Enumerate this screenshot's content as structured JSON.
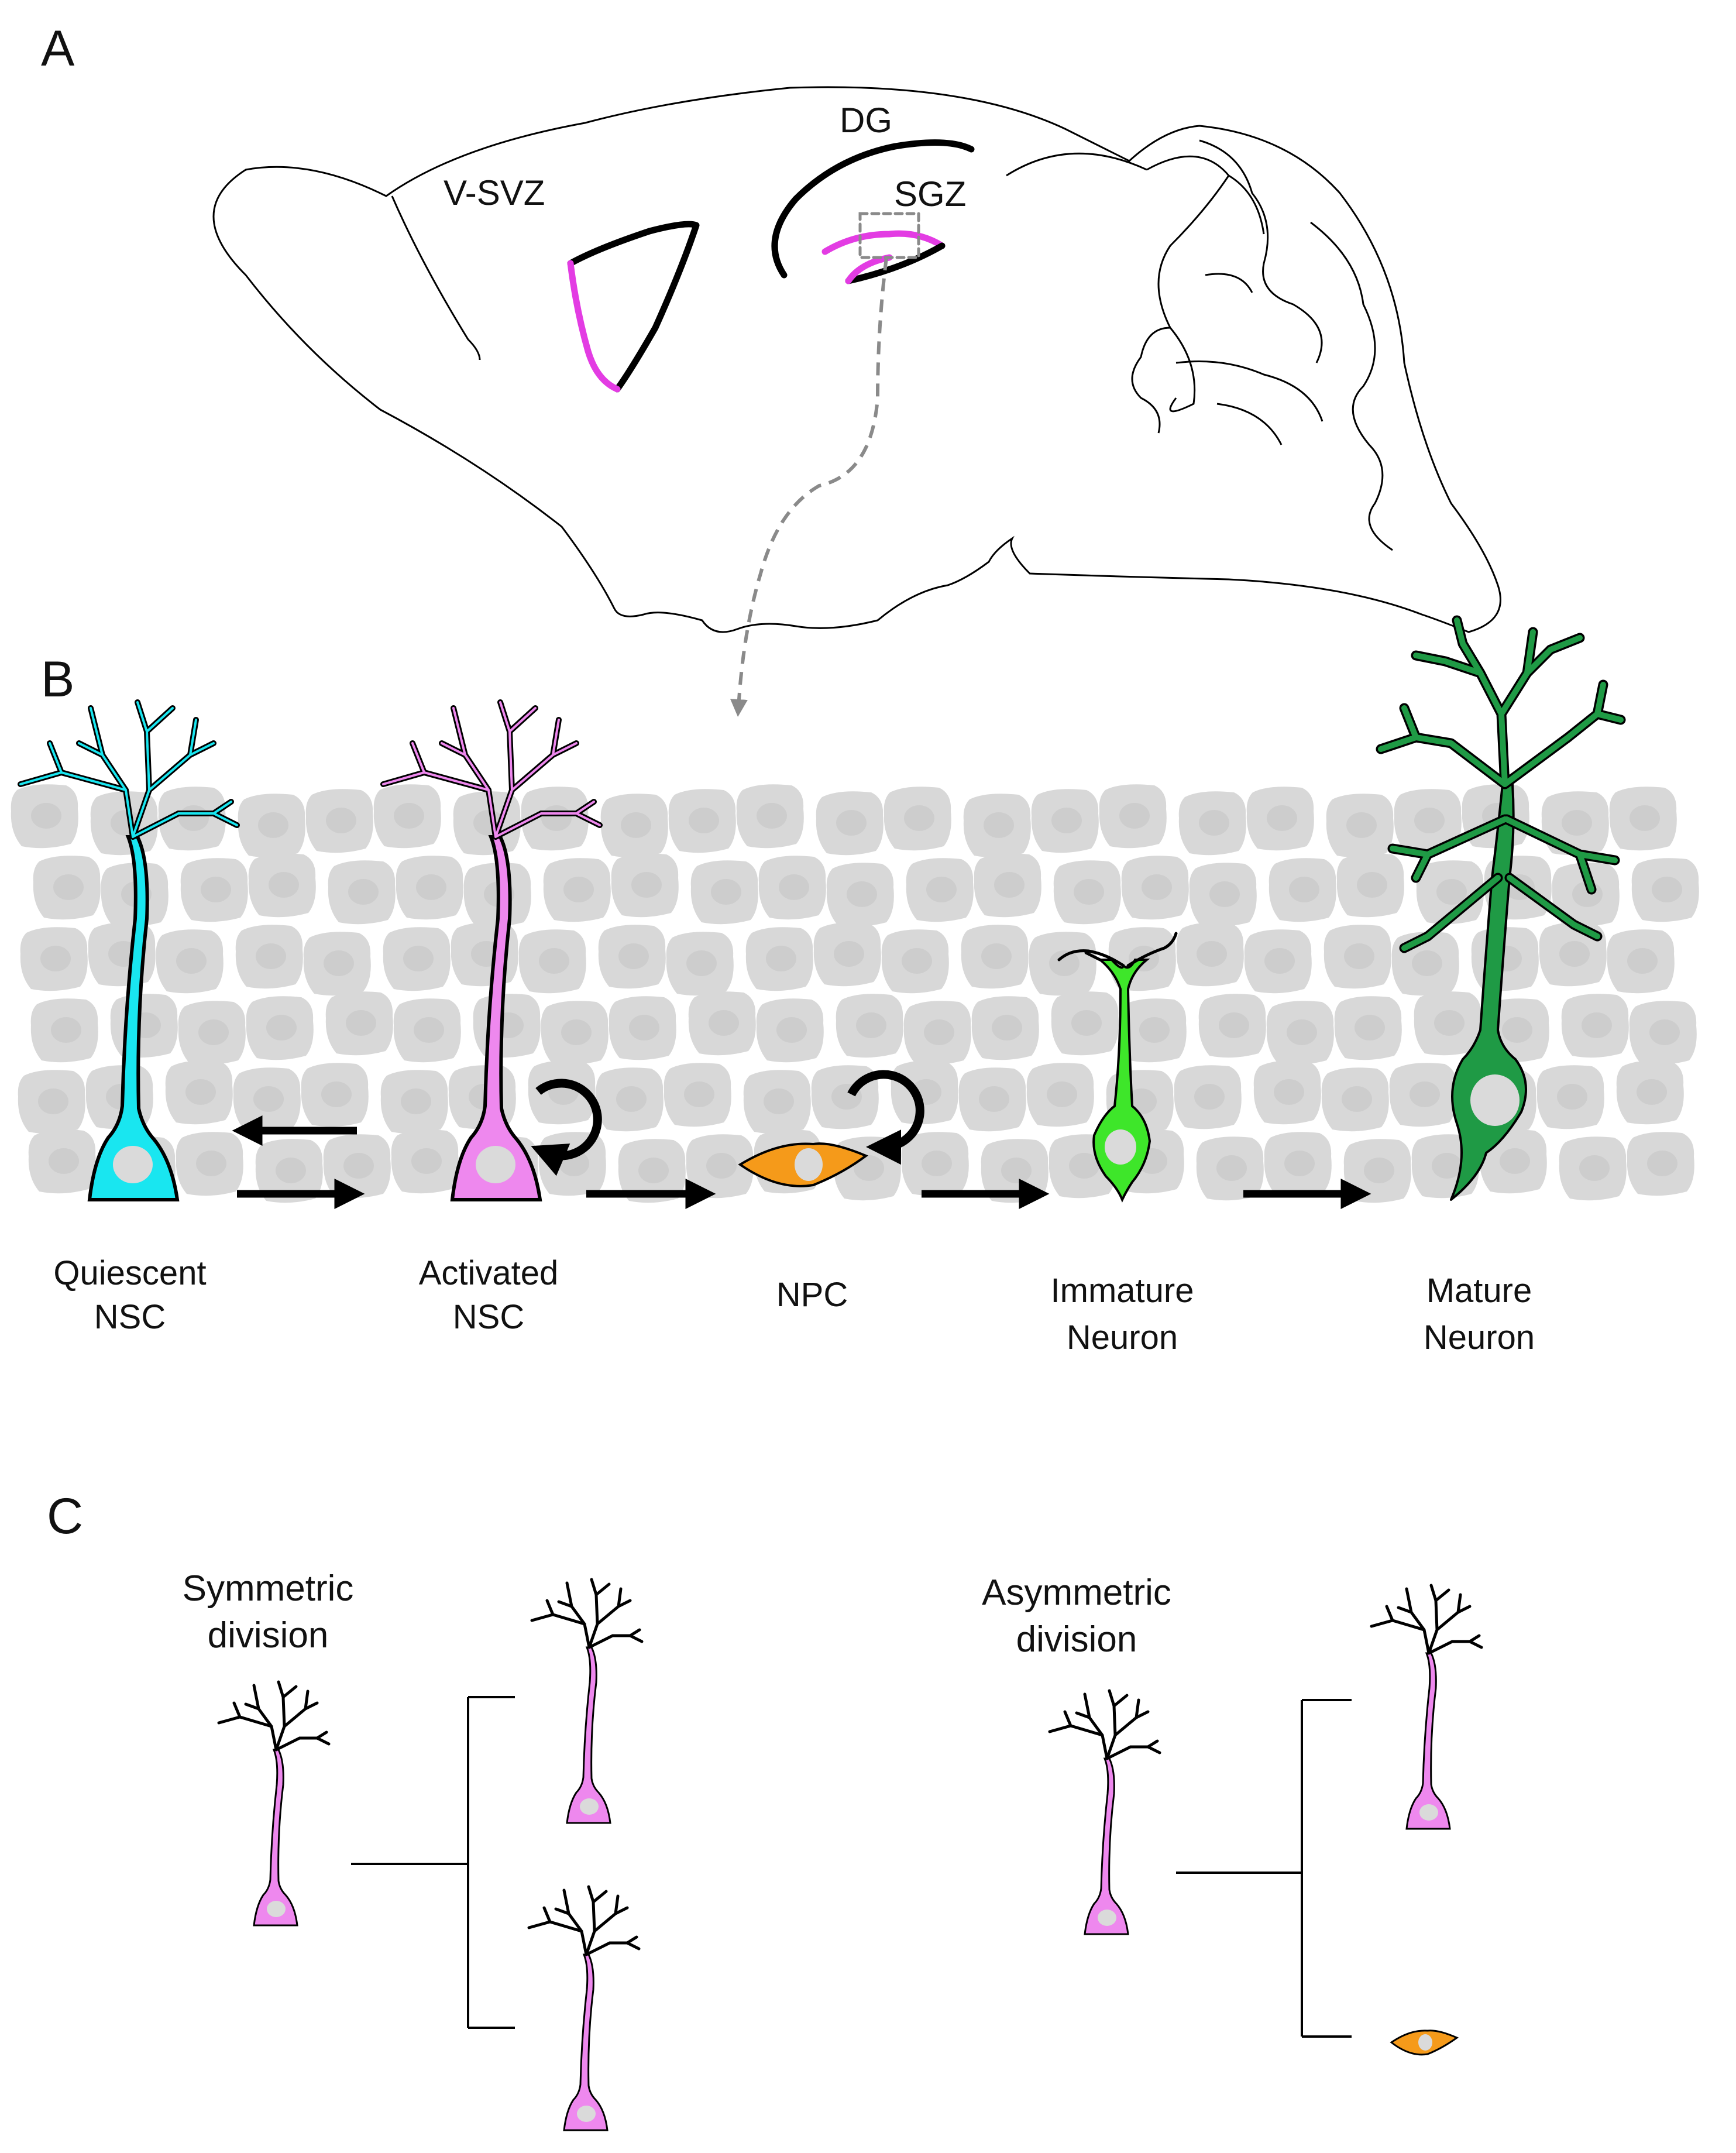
{
  "panels": {
    "A": {
      "letter": "A",
      "labels": {
        "vsvz": "V-SVZ",
        "dg": "DG",
        "sgz": "SGZ"
      }
    },
    "B": {
      "letter": "B",
      "stages": [
        {
          "line1": "Quiescent",
          "line2": "NSC"
        },
        {
          "line1": "Activated",
          "line2": "NSC"
        },
        {
          "line1": "NPC",
          "line2": ""
        },
        {
          "line1": "Immature",
          "line2": "Neuron"
        },
        {
          "line1": "Mature",
          "line2": "Neuron"
        }
      ]
    },
    "C": {
      "letter": "C",
      "symmetric": {
        "line1": "Symmetric",
        "line2": "division"
      },
      "asymmetric": {
        "line1": "Asymmetric",
        "line2": "division"
      }
    }
  },
  "colors": {
    "quiescent": "#19e6f0",
    "activated": "#ee88ee",
    "npc": "#f59a1a",
    "immature": "#3ee62a",
    "mature": "#1f9a45",
    "magenta_zone": "#e33ce3",
    "tissue": "#d8d8d8",
    "tissue_nucleus": "#cacaca"
  }
}
